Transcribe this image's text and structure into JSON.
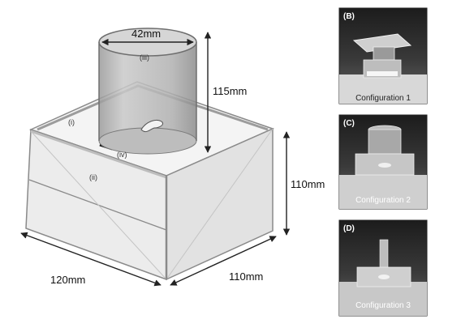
{
  "diagram": {
    "dimensions": {
      "cylinder_diameter": "42mm",
      "cylinder_height": "115mm",
      "box_height": "110mm",
      "box_length": "120mm",
      "box_depth": "110mm"
    },
    "part_labels": {
      "i": "(i)",
      "ii": "(ii)",
      "iii": "(iii)",
      "iv": "(iv)"
    }
  },
  "photos": [
    {
      "letter": "(B)",
      "caption": "Configuration 1"
    },
    {
      "letter": "(C)",
      "caption": "Configuration 2"
    },
    {
      "letter": "(D)",
      "caption": "Configuration 3"
    }
  ],
  "colors": {
    "box_face": "#ededed",
    "box_edge": "#8a8a8a",
    "cylinder_fill": "#b4b4b4",
    "photo_bg": "#2b2b2b",
    "dimension_line": "#222222"
  }
}
